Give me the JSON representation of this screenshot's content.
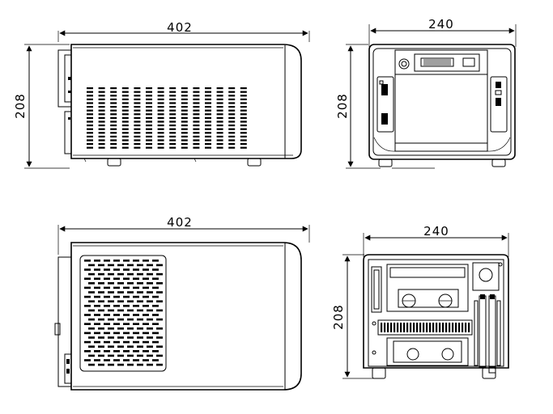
{
  "drawing": {
    "views": {
      "side_view": {
        "dimension_width": "402",
        "dimension_height": "208"
      },
      "front_view": {
        "dimension_width": "240",
        "dimension_height": "208"
      },
      "top_view": {
        "dimension_width": "402"
      },
      "rear_view": {
        "dimension_width": "240",
        "dimension_height": "208"
      }
    }
  }
}
